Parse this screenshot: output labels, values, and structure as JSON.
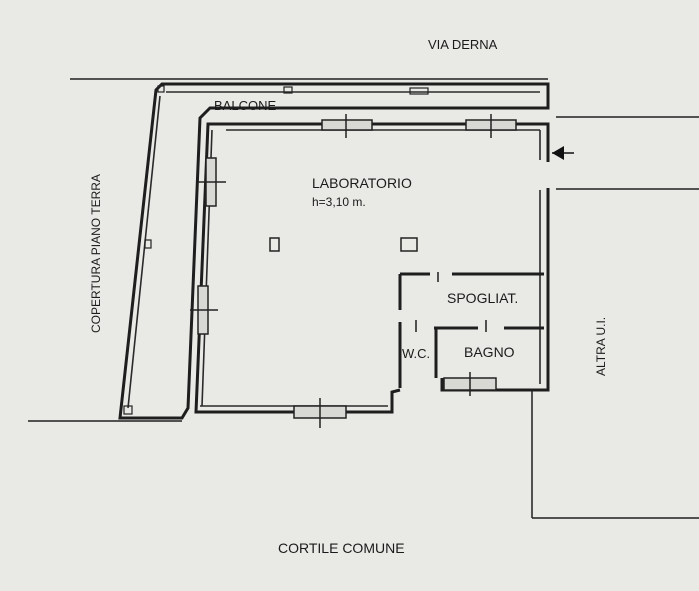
{
  "labels": {
    "street": "VIA DERNA",
    "balcony": "BALCONE",
    "lab": "LABORATORIO",
    "height": "h=3,10 m.",
    "changing": "SPOGLIAT.",
    "wc": "W.C.",
    "bath": "BAGNO",
    "roof_cover": "COPERTURA PIANO TERRA",
    "other_unit": "ALTRA U.I.",
    "courtyard": "CORTILE COMUNE"
  },
  "colors": {
    "paper": "#e9e9e6",
    "ink": "#1e1e1e"
  },
  "icons": {
    "entrance": "entrance-arrow-icon"
  }
}
